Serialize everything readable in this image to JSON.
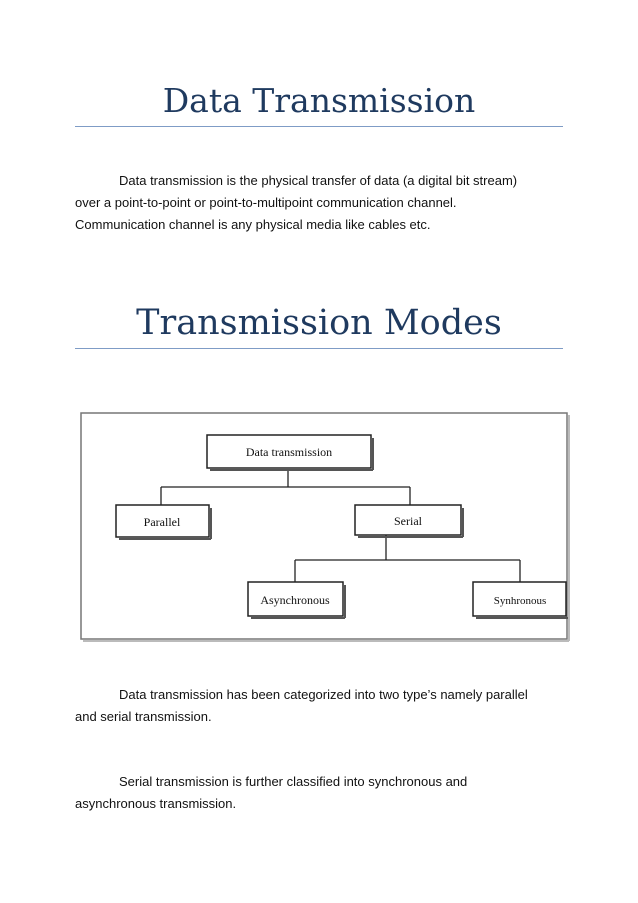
{
  "section1": {
    "title": "Data Transmission",
    "paragraph_line1": "Data transmission is the physical transfer of data (a digital bit stream)",
    "paragraph_line2": "over a point-to-point or point-to-multipoint communication channel.",
    "paragraph_line3": "Communication channel is any physical media like cables etc."
  },
  "section2": {
    "title": "Transmission Modes"
  },
  "diagram": {
    "root": "Data transmission",
    "parallel": "Parallel",
    "serial": "Serial",
    "asynchronous": "Asynchronous",
    "synchronous": "Synhronous"
  },
  "paragraph2": {
    "line1": "Data transmission has been categorized into two type’s namely parallel",
    "line2": "and serial transmission."
  },
  "paragraph3": {
    "line1": "Serial transmission is further classified into synchronous and",
    "line2": "asynchronous transmission."
  },
  "colors": {
    "heading": "#1f3a5f",
    "rule": "#7f9cc6",
    "text": "#111111"
  }
}
